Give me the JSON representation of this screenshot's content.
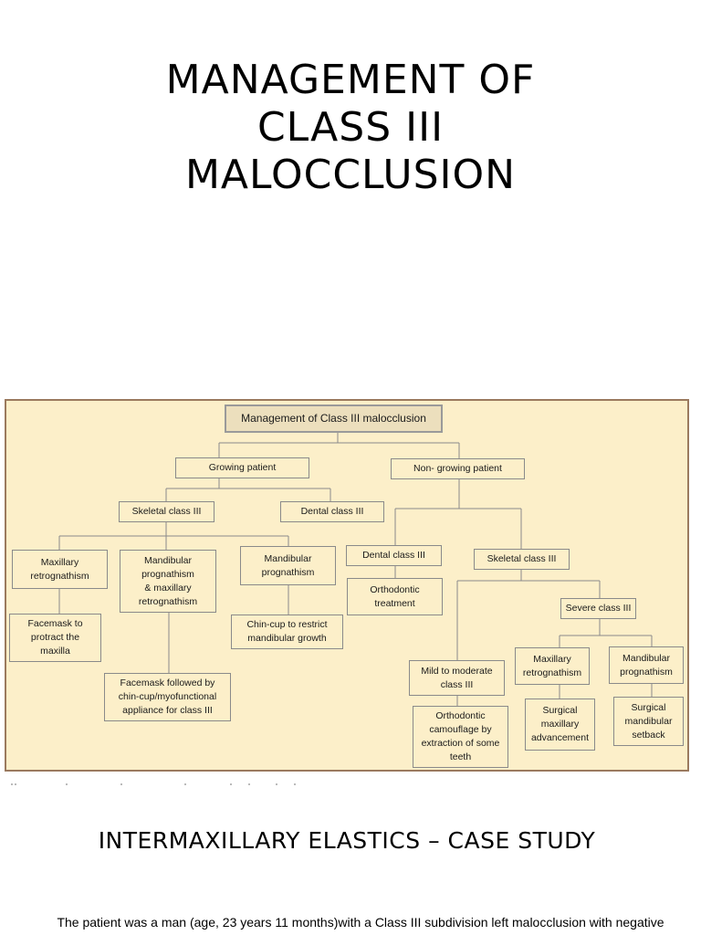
{
  "slide1": {
    "title_lines": [
      "MANAGEMENT OF",
      "CLASS III",
      "MALOCCLUSION"
    ]
  },
  "flowchart": {
    "root": "Management of Class III malocclusion",
    "growing": "Growing patient",
    "non_growing": "Non- growing  patient",
    "growing_skeletal": "Skeletal class III",
    "growing_dental": "Dental class III",
    "maxillary_retrognathism": "Maxillary\nretrognathism",
    "mandibular_prognathism_maxillary_retrognathism": "Mandibular\nprognathism\n& maxillary\nretrognathism",
    "mandibular_prognathism": "Mandibular\nprognathism",
    "facemask_protract": "Facemask to\nprotract the\nmaxilla",
    "facemask_followed": "Facemask followed by\nchin-cup/myofunctional\nappliance for class III",
    "chin_cup": "Chin-cup  to restrict\nmandibular growth",
    "nongrowing_dental": "Dental class III",
    "orthodontic_treatment": "Orthodontic\ntreatment",
    "nongrowing_skeletal": "Skeletal class III",
    "severe": "Severe class III",
    "mild_moderate": "Mild to moderate\nclass III",
    "orthodontic_camouflage": "Orthodontic\ncamouflage by\nextraction of some\nteeth",
    "severe_maxillary_retrognathism": "Maxillary\nretrognathism",
    "severe_mandibular_prognathism": "Mandibular\nprognathism",
    "surgical_maxillary_advancement": "Surgical\nmaxillary\nadvancement",
    "surgical_mandibular_setback": "Surgical\nmandibular\nsetback"
  },
  "slide2": {
    "title": "INTERMAXILLARY ELASTICS – CASE STUDY",
    "body": "The patient was a man (age, 23 years 11 months)with a Class III subdivision left malocclusion with negative"
  }
}
